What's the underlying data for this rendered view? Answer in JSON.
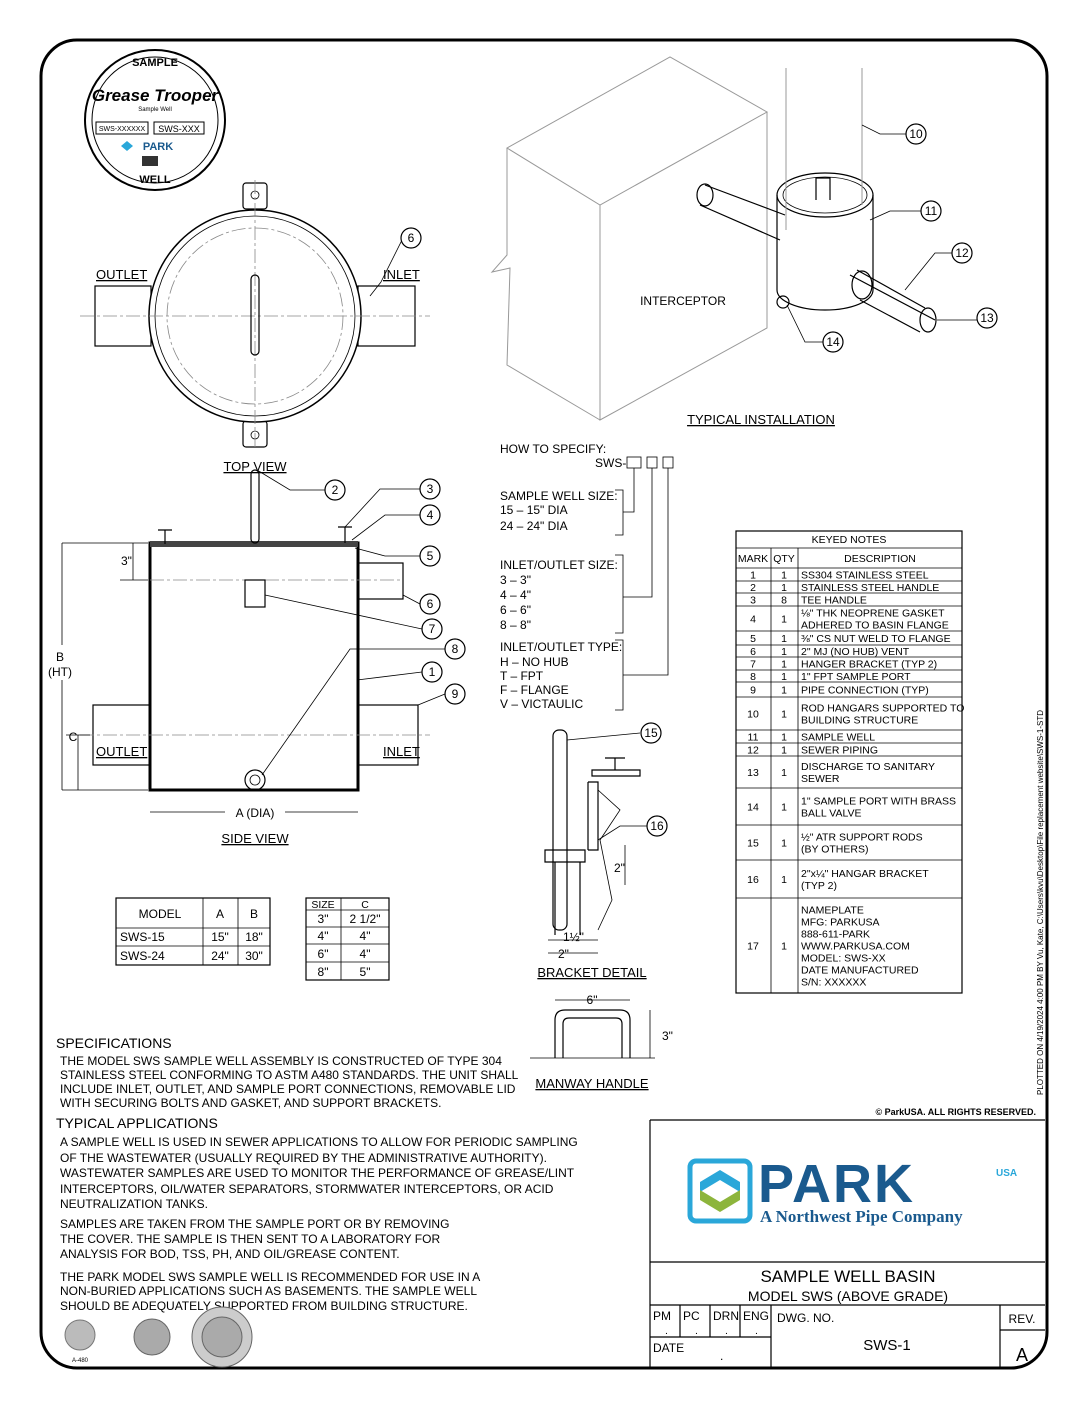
{
  "plot_stamp": "PLOTTED ON 4/19/2024 4:00 PM BY Vu, Kate, C:\\Users\\kvu\\Desktop\\File replacement website\\SWS-1-STD",
  "nameplate_logo": {
    "top": "SAMPLE",
    "bottom": "WELL",
    "brand": "Grease Trooper",
    "sub": "Sample Well",
    "serial": "SWS-XXXXXX",
    "model": "SWS-XXX",
    "maker": "PARK"
  },
  "top_view": {
    "title": "TOP VIEW",
    "outlet": "OUTLET",
    "inlet": "INLET",
    "callout": "6"
  },
  "side_view": {
    "title": "SIDE VIEW",
    "outlet": "OUTLET",
    "inlet": "INLET",
    "dim_3": "3\"",
    "dim_b1": "B",
    "dim_b2": "(HT)",
    "dim_c": "C",
    "dim_a": "A (DIA)",
    "callouts": [
      "2",
      "3",
      "4",
      "5",
      "6",
      "7",
      "8",
      "1",
      "9"
    ]
  },
  "installation": {
    "title": "TYPICAL INSTALLATION",
    "interceptor": "INTERCEPTOR",
    "callouts": [
      "10",
      "11",
      "12",
      "13",
      "14"
    ]
  },
  "how_to_specify": {
    "title": "HOW TO SPECIFY:",
    "code": "SWS-",
    "size_title": "SAMPLE WELL SIZE:",
    "sizes": [
      "15 – 15\" DIA",
      "24 – 24\" DIA"
    ],
    "io_size_title": "INLET/OUTLET SIZE:",
    "io_sizes": [
      "3 – 3\"",
      "4 – 4\"",
      "6 – 6\"",
      "8 – 8\""
    ],
    "io_type_title": "INLET/OUTLET TYPE:",
    "io_types": [
      "H – NO HUB",
      "T – FPT",
      "F – FLANGE",
      "V – VICTAULIC"
    ]
  },
  "bracket_detail": {
    "title": "BRACKET DETAIL",
    "dim_2a": "2\"",
    "dim_15": "1½\"",
    "dim_2b": "2\"",
    "callouts": [
      "15",
      "16"
    ]
  },
  "manway_handle": {
    "title": "MANWAY HANDLE",
    "dim_6": "6\"",
    "dim_3": "3\""
  },
  "model_table": {
    "headers": [
      "MODEL",
      "A",
      "B"
    ],
    "rows": [
      [
        "SWS-15",
        "15\"",
        "18\""
      ],
      [
        "SWS-24",
        "24\"",
        "30\""
      ]
    ]
  },
  "size_table": {
    "headers": [
      "SIZE",
      "C"
    ],
    "rows": [
      [
        "3\"",
        "2 1/2\""
      ],
      [
        "4\"",
        "4\""
      ],
      [
        "6\"",
        "4\""
      ],
      [
        "8\"",
        "5\""
      ]
    ]
  },
  "keyed_notes": {
    "title": "KEYED NOTES",
    "headers": [
      "MARK",
      "QTY",
      "DESCRIPTION"
    ],
    "rows": [
      {
        "mark": "1",
        "qty": "1",
        "desc": [
          "SS304 STAINLESS STEEL"
        ]
      },
      {
        "mark": "2",
        "qty": "1",
        "desc": [
          "STAINLESS STEEL HANDLE"
        ]
      },
      {
        "mark": "3",
        "qty": "8",
        "desc": [
          "TEE HANDLE"
        ]
      },
      {
        "mark": "4",
        "qty": "1",
        "desc": [
          "⅛\" THK NEOPRENE GASKET",
          "ADHERED TO BASIN FLANGE"
        ]
      },
      {
        "mark": "5",
        "qty": "1",
        "desc": [
          "⅜\" CS NUT WELD TO FLANGE"
        ]
      },
      {
        "mark": "6",
        "qty": "1",
        "desc": [
          "2\" MJ (NO HUB) VENT"
        ]
      },
      {
        "mark": "7",
        "qty": "1",
        "desc": [
          "HANGER BRACKET (TYP 2)"
        ]
      },
      {
        "mark": "8",
        "qty": "1",
        "desc": [
          "1\" FPT SAMPLE PORT"
        ]
      },
      {
        "mark": "9",
        "qty": "1",
        "desc": [
          "PIPE CONNECTION (TYP)"
        ]
      },
      {
        "mark": "10",
        "qty": "1",
        "desc": [
          "ROD HANGARS SUPPORTED TO",
          "BUILDING STRUCTURE"
        ]
      },
      {
        "mark": "11",
        "qty": "1",
        "desc": [
          "SAMPLE WELL"
        ]
      },
      {
        "mark": "12",
        "qty": "1",
        "desc": [
          "SEWER PIPING"
        ]
      },
      {
        "mark": "13",
        "qty": "1",
        "desc": [
          "DISCHARGE TO SANITARY",
          "SEWER"
        ]
      },
      {
        "mark": "14",
        "qty": "1",
        "desc": [
          "1\" SAMPLE PORT WITH BRASS",
          "BALL VALVE"
        ]
      },
      {
        "mark": "15",
        "qty": "1",
        "desc": [
          "½\" ATR SUPPORT RODS",
          "(BY OTHERS)"
        ]
      },
      {
        "mark": "16",
        "qty": "1",
        "desc": [
          "2\"x¼\" HANGAR BRACKET",
          "(TYP 2)"
        ]
      },
      {
        "mark": "17",
        "qty": "1",
        "desc": [
          "NAMEPLATE",
          "MFG: PARKUSA",
          "888-611-PARK",
          "WWW.PARKUSA.COM",
          "MODEL: SWS-XX",
          "DATE MANUFACTURED",
          "S/N: XXXXXX"
        ]
      }
    ]
  },
  "specifications": {
    "title": "SPECIFICATIONS",
    "lines": [
      "THE MODEL SWS SAMPLE WELL ASSEMBLY IS CONSTRUCTED OF TYPE 304",
      "STAINLESS STEEL CONFORMING TO ASTM A480 STANDARDS. THE UNIT SHALL",
      "INCLUDE INLET, OUTLET, AND SAMPLE PORT CONNECTIONS, REMOVABLE LID",
      "WITH SECURING BOLTS AND GASKET, AND SUPPORT BRACKETS."
    ]
  },
  "typical_applications": {
    "title": "TYPICAL APPLICATIONS",
    "para1": [
      "A SAMPLE WELL IS USED IN SEWER APPLICATIONS TO ALLOW FOR PERIODIC SAMPLING",
      "OF THE WASTEWATER (USUALLY REQUIRED BY THE ADMINISTRATIVE AUTHORITY).",
      "WASTEWATER SAMPLES ARE USED TO MONITOR THE PERFORMANCE OF GREASE/LINT",
      "INTERCEPTORS, OIL/WATER SEPARATORS, STORMWATER INTERCEPTORS, OR ACID",
      "NEUTRALIZATION TANKS."
    ],
    "para2": [
      "SAMPLES ARE TAKEN FROM THE SAMPLE PORT OR BY REMOVING",
      "THE COVER. THE SAMPLE IS THEN SENT TO A LABORATORY FOR",
      "ANALYSIS FOR BOD, TSS, PH, AND OIL/GREASE CONTENT."
    ],
    "para3": [
      "THE PARK MODEL SWS SAMPLE WELL IS RECOMMENDED FOR USE IN A",
      "NON-BURIED APPLICATIONS SUCH AS BASEMENTS. THE SAMPLE WELL",
      "SHOULD BE ADEQUATELY SUPPORTED FROM BUILDING STRUCTURE."
    ]
  },
  "cert_logos": {
    "astm": "A-480"
  },
  "copyright": "© ParkUSA. ALL RIGHTS RESERVED.",
  "title_block": {
    "logo_word": "PARK",
    "logo_usa": "USA",
    "tagline": "A Northwest Pipe Company",
    "title": "SAMPLE WELL BASIN",
    "subtitle": "MODEL SWS (ABOVE GRADE)",
    "pm": "PM",
    "pc": "PC",
    "drn": "DRN",
    "eng": "ENG",
    "date": "DATE",
    "dot": ".",
    "dwg_label": "DWG. NO.",
    "dwg_no": "SWS-1",
    "rev_label": "REV.",
    "rev": "A",
    "colors": {
      "navy": "#1a5a8e",
      "cyan": "#2aa7d9",
      "green": "#8db53c"
    }
  }
}
